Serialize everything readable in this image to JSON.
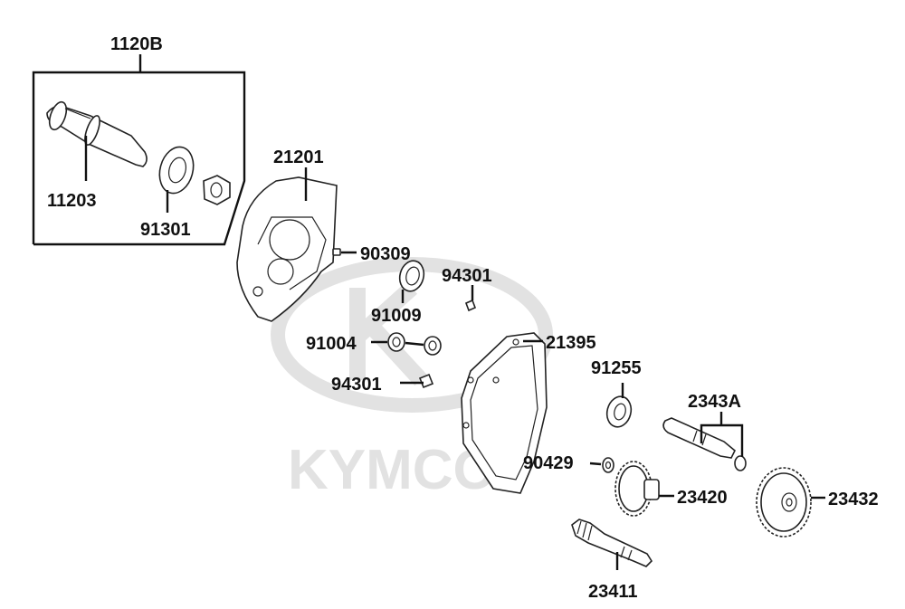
{
  "colors": {
    "ink": "#111111",
    "watermark": "#e2e2e2",
    "background": "#ffffff"
  },
  "watermark": {
    "brand": "KYMCO",
    "logo_icon": "kymco-k-logo-icon"
  },
  "labels": {
    "p1120B": "1120B",
    "p11203": "11203",
    "p91301": "91301",
    "p21201": "21201",
    "p90309": "90309",
    "p94301a": "94301",
    "p91009": "91009",
    "p91004": "91004",
    "p21395": "21395",
    "p94301b": "94301",
    "p91255": "91255",
    "p2343A": "2343A",
    "p90429": "90429",
    "p23420": "23420",
    "p23432": "23432",
    "p23411": "23411"
  }
}
